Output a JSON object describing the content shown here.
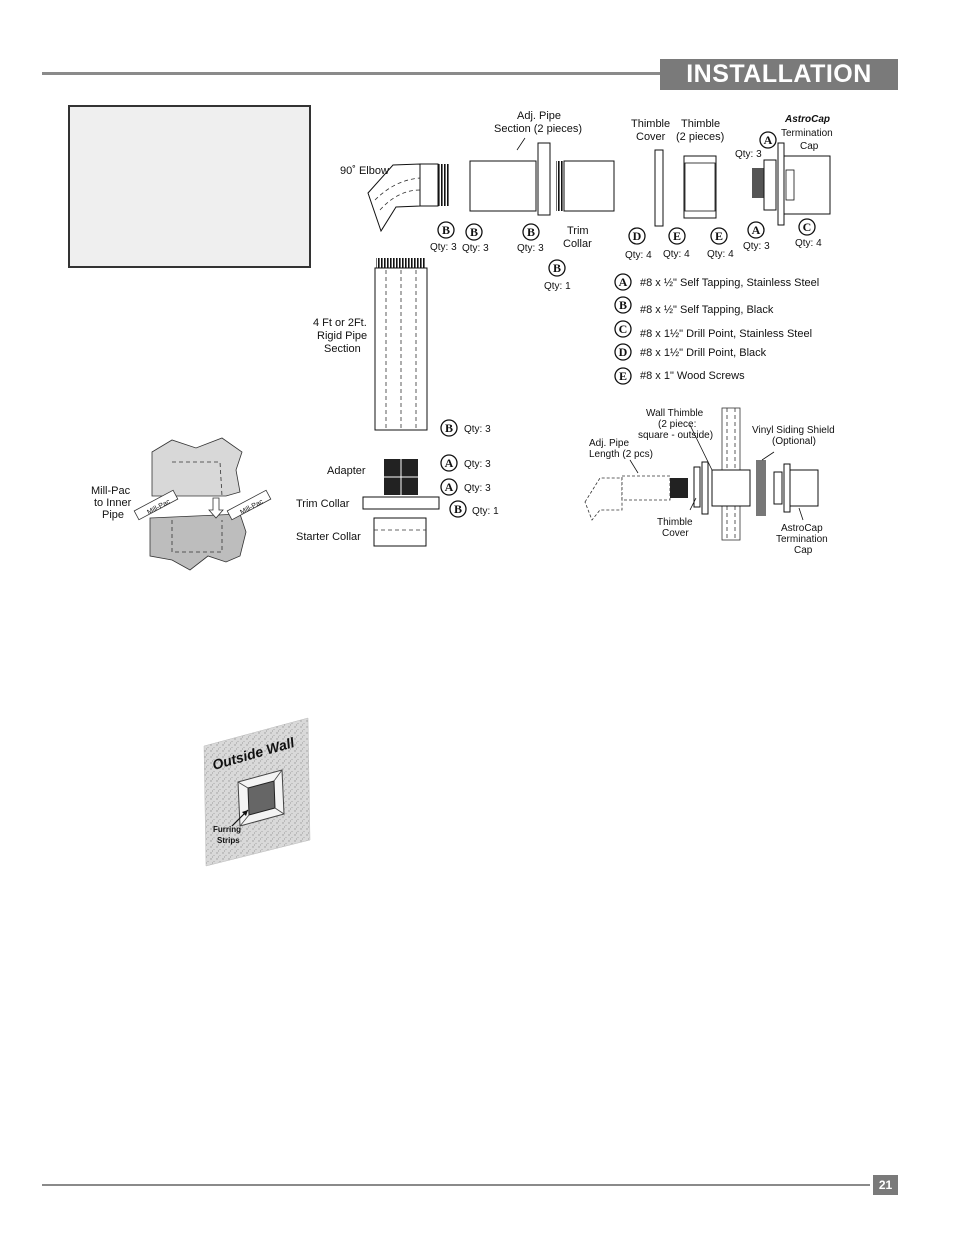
{
  "header": {
    "title": "INSTALLATION"
  },
  "footer": {
    "page_number": "21"
  },
  "diagram": {
    "labels": {
      "elbow": "90˚ Elbow",
      "adj_pipe": [
        "Adj. Pipe",
        "Section (2 pieces)"
      ],
      "trim_collar": [
        "Trim",
        "Collar"
      ],
      "thimble_cover": [
        "Thimble",
        "Cover"
      ],
      "thimble": [
        "Thimble",
        "(2 pieces)"
      ],
      "astrocap": "AstroCap",
      "termination": [
        "Termination",
        "Cap"
      ],
      "rigid_pipe": [
        "4 Ft or 2Ft.",
        "Rigid Pipe",
        "Section"
      ],
      "adapter": "Adapter",
      "trim_collar2": "Trim Collar",
      "starter_collar": "Starter Collar",
      "millpac": [
        "Mill-Pac",
        "to Inner",
        "Pipe"
      ],
      "millpac_tag": "Mill-Pac"
    },
    "qty": {
      "elbow_b": "Qty: 3",
      "adj1_b": "Qty: 3",
      "adj2_b": "Qty: 3",
      "trim_b": "Qty: 1",
      "cap_a_top": "Qty: 3",
      "cover_d": "Qty: 4",
      "thimble_e1": "Qty: 4",
      "thimble_e2": "Qty: 4",
      "cap_a_bottom": "Qty: 3",
      "cap_c": "Qty: 4",
      "rigid_b": "Qty: 3",
      "adapter_a1": "Qty: 3",
      "adapter_a2": "Qty: 3",
      "collar_b": "Qty: 1"
    },
    "letters": {
      "a": "A",
      "b": "B",
      "c": "C",
      "d": "D",
      "e": "E"
    },
    "screw_key": [
      {
        "letter": "A",
        "text": "#8 x ½\" Self Tapping, Stainless Steel"
      },
      {
        "letter": "B",
        "text": "#8 x ½\" Self Tapping, Black"
      },
      {
        "letter": "C",
        "text": "#8 x 1½\" Drill Point, Stainless Steel"
      },
      {
        "letter": "D",
        "text": "#8 x 1½\" Drill Point, Black"
      },
      {
        "letter": "E",
        "text": "#8 x 1\" Wood Screws"
      }
    ],
    "wall_section": {
      "wall_thimble": [
        "Wall Thimble",
        "(2 piece:",
        "square - outside)"
      ],
      "vinyl": [
        "Vinyl Siding Shield",
        "(Optional)"
      ],
      "adj_length": [
        "Adj. Pipe",
        "Length (2 pcs)"
      ],
      "thimble_cover": [
        "Thimble",
        "Cover"
      ],
      "astrocap": [
        "AstroCap",
        "Termination",
        "Cap"
      ]
    },
    "outside_wall": {
      "title": "Outside Wall",
      "furring": [
        "Furring",
        "Strips"
      ]
    }
  },
  "colors": {
    "header_gray": "#7a7a7a",
    "rule_gray": "#8a8a8a",
    "note_fill": "#efefef"
  }
}
